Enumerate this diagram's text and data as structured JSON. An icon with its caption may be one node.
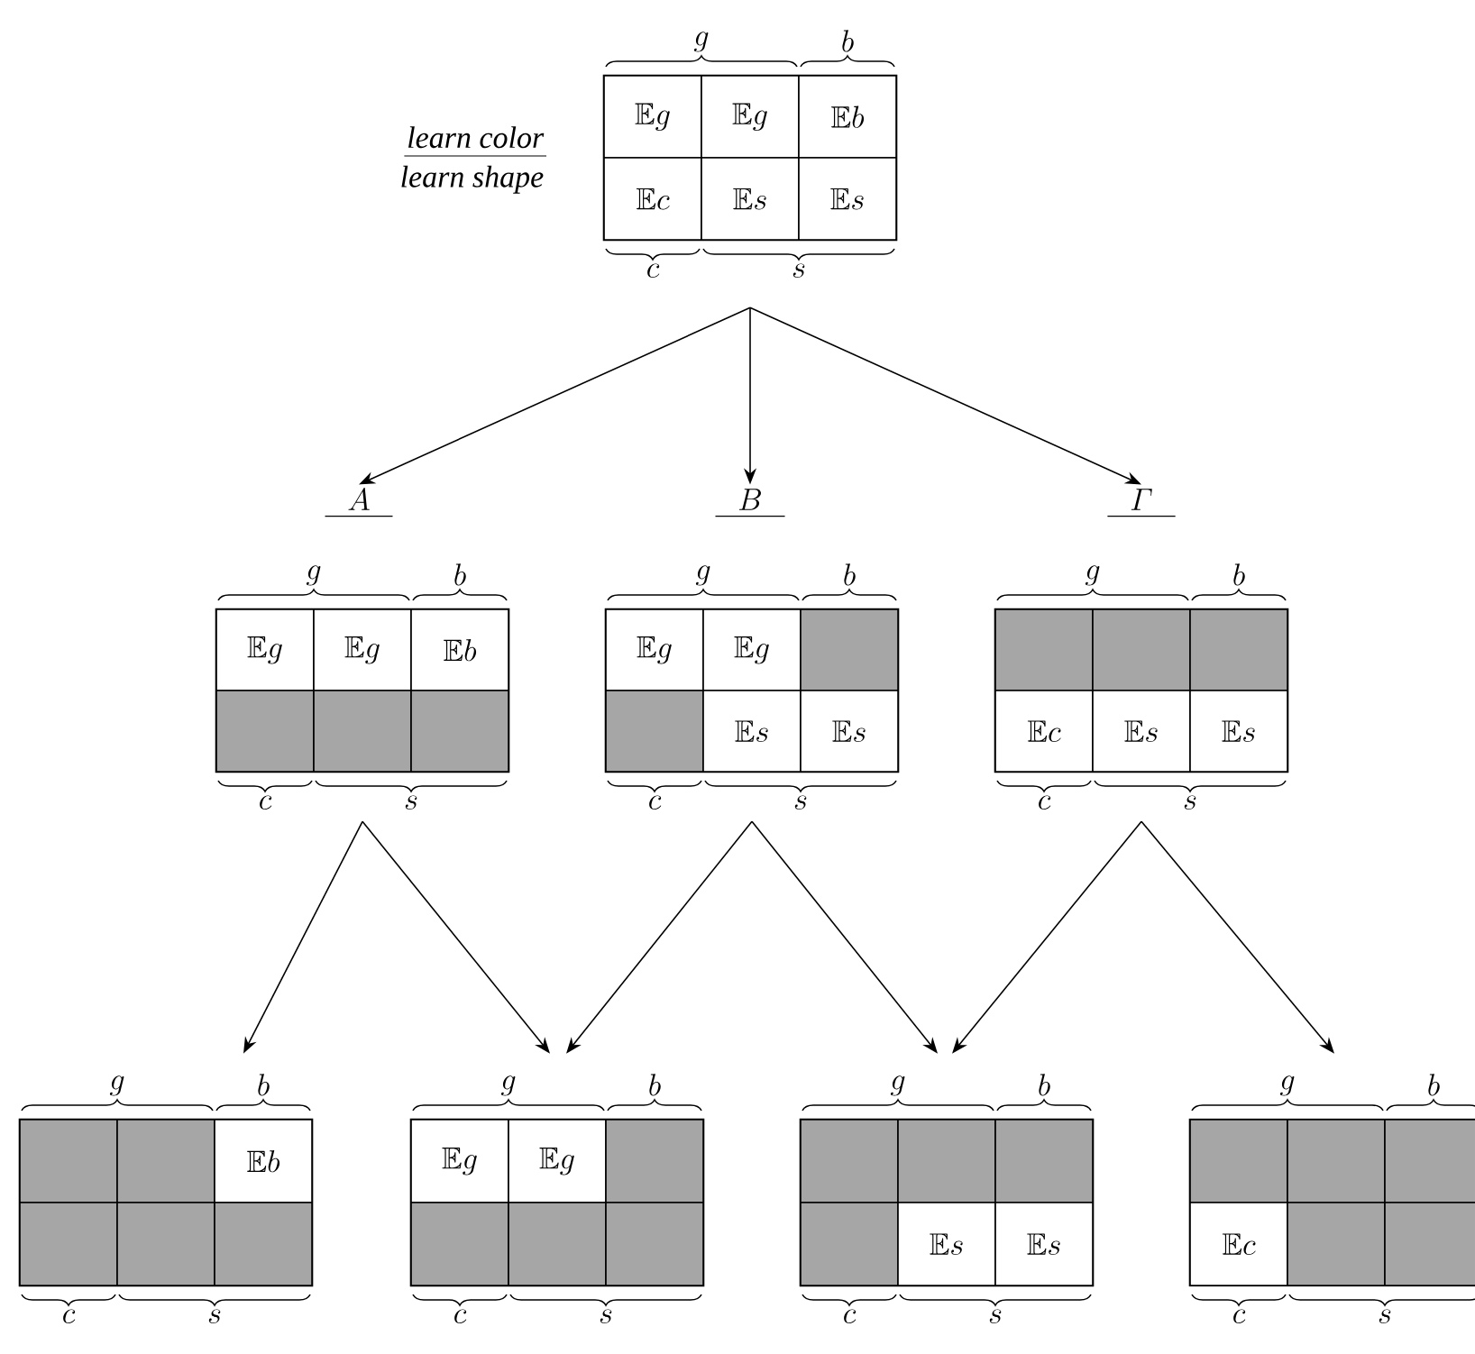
{
  "diagram": {
    "nodes": [
      {
        "text": [],
        "shape": "box",
        "beside": [
          "learn color",
          "learn shape",
          "g",
          "b",
          "c",
          "s"
        ]
      },
      {
        "text": [
          "\\mathbb{E}g"
        ],
        "in": 0
      },
      {
        "text": [
          "\\mathbb{E}g"
        ],
        "in": 0
      },
      {
        "text": [
          "\\mathbb{E}b"
        ],
        "in": 0
      },
      {
        "text": [
          "\\mathbb{E}c"
        ],
        "in": 0
      },
      {
        "text": [
          "\\mathbb{E}s"
        ],
        "in": 0
      },
      {
        "text": [
          "\\mathbb{E}s"
        ],
        "in": 0
      },
      {
        "text": [
          "A"
        ]
      },
      {
        "text": [
          "B"
        ]
      },
      {
        "text": [
          "\\varGamma"
        ]
      },
      {
        "text": [],
        "shape": "box",
        "beside": [
          "g",
          "b",
          "c",
          "s"
        ]
      },
      {
        "text": [
          "\\mathbb{E}g"
        ],
        "in": 10
      },
      {
        "text": [
          "\\mathbb{E}g"
        ],
        "in": 10
      },
      {
        "text": [
          "\\mathbb{E}b"
        ],
        "in": 10
      },
      {
        "text": [],
        "shape": "box",
        "in": 10
      },
      {
        "text": [],
        "shape": "box",
        "in": 10
      },
      {
        "text": [],
        "shape": "box",
        "in": 10
      },
      {
        "text": [],
        "shape": "box",
        "beside": [
          "g",
          "b",
          "c",
          "s"
        ]
      },
      {
        "text": [
          "\\mathbb{E}g"
        ],
        "in": 17
      },
      {
        "text": [
          "\\mathbb{E}g"
        ],
        "in": 17
      },
      {
        "text": [],
        "shape": "box",
        "in": 17
      },
      {
        "text": [],
        "shape": "box",
        "in": 17
      },
      {
        "text": [
          "\\mathbb{E}s"
        ],
        "in": 17
      },
      {
        "text": [
          "\\mathbb{E}s"
        ],
        "in": 17
      },
      {
        "text": [],
        "shape": "box",
        "beside": [
          "g",
          "b",
          "c",
          "s"
        ]
      },
      {
        "text": [],
        "shape": "box",
        "in": 24
      },
      {
        "text": [],
        "shape": "box",
        "in": 24
      },
      {
        "text": [],
        "shape": "box",
        "in": 24
      },
      {
        "text": [
          "\\mathbb{E}c"
        ],
        "in": 24
      },
      {
        "text": [
          "\\mathbb{E}s"
        ],
        "in": 24
      },
      {
        "text": [
          "\\mathbb{E}s"
        ],
        "in": 24
      },
      {
        "text": [],
        "shape": "box",
        "beside": [
          "g",
          "b",
          "c",
          "s"
        ]
      },
      {
        "text": [],
        "shape": "box",
        "in": 31
      },
      {
        "text": [],
        "shape": "box",
        "in": 31
      },
      {
        "text": [
          "\\mathbb{E}b"
        ],
        "in": 31
      },
      {
        "text": [],
        "shape": "box",
        "in": 31
      },
      {
        "text": [],
        "shape": "box",
        "in": 31
      },
      {
        "text": [],
        "shape": "box",
        "in": 31
      },
      {
        "text": [],
        "shape": "box",
        "beside": [
          "g",
          "b",
          "c",
          "s"
        ]
      },
      {
        "text": [
          "\\mathbb{E}g"
        ],
        "in": 38
      },
      {
        "text": [
          "\\mathbb{E}g"
        ],
        "in": 38
      },
      {
        "text": [],
        "shape": "box",
        "in": 38
      },
      {
        "text": [],
        "shape": "box",
        "in": 38
      },
      {
        "text": [],
        "shape": "box",
        "in": 38
      },
      {
        "text": [],
        "shape": "box",
        "in": 38
      },
      {
        "text": [],
        "shape": "box",
        "beside": [
          "g",
          "b",
          "c",
          "s"
        ]
      },
      {
        "text": [],
        "shape": "box",
        "in": 45
      },
      {
        "text": [],
        "shape": "box",
        "in": 45
      },
      {
        "text": [],
        "shape": "box",
        "in": 45
      },
      {
        "text": [],
        "shape": "box",
        "in": 45
      },
      {
        "text": [
          "\\mathbb{E}s"
        ],
        "in": 45
      },
      {
        "text": [
          "\\mathbb{E}s"
        ],
        "in": 45
      },
      {
        "text": [],
        "shape": "box",
        "beside": [
          "g",
          "b",
          "c",
          "s"
        ]
      },
      {
        "text": [],
        "shape": "box",
        "in": 52
      },
      {
        "text": [],
        "shape": "box",
        "in": 52
      },
      {
        "text": [],
        "shape": "box",
        "in": 52
      },
      {
        "text": [
          "\\mathbb{E}c"
        ],
        "in": 52
      },
      {
        "text": [],
        "shape": "box",
        "in": 52
      },
      {
        "text": [],
        "shape": "box",
        "in": 52
      }
    ],
    "edges": [
      {
        "from": 0,
        "to": 7,
        "arrow": "to"
      },
      {
        "from": 0,
        "to": 8,
        "arrow": "to"
      },
      {
        "from": 0,
        "to": 9,
        "arrow": "to"
      },
      {
        "from": 10,
        "to": 31,
        "arrow": "to"
      },
      {
        "from": 10,
        "to": 38,
        "arrow": "to"
      },
      {
        "from": 17,
        "to": 38,
        "arrow": "to"
      },
      {
        "from": 17,
        "to": 45,
        "arrow": "to"
      },
      {
        "from": 24,
        "to": 45,
        "arrow": "to"
      },
      {
        "from": 24,
        "to": 52,
        "arrow": "to"
      }
    ]
  }
}
